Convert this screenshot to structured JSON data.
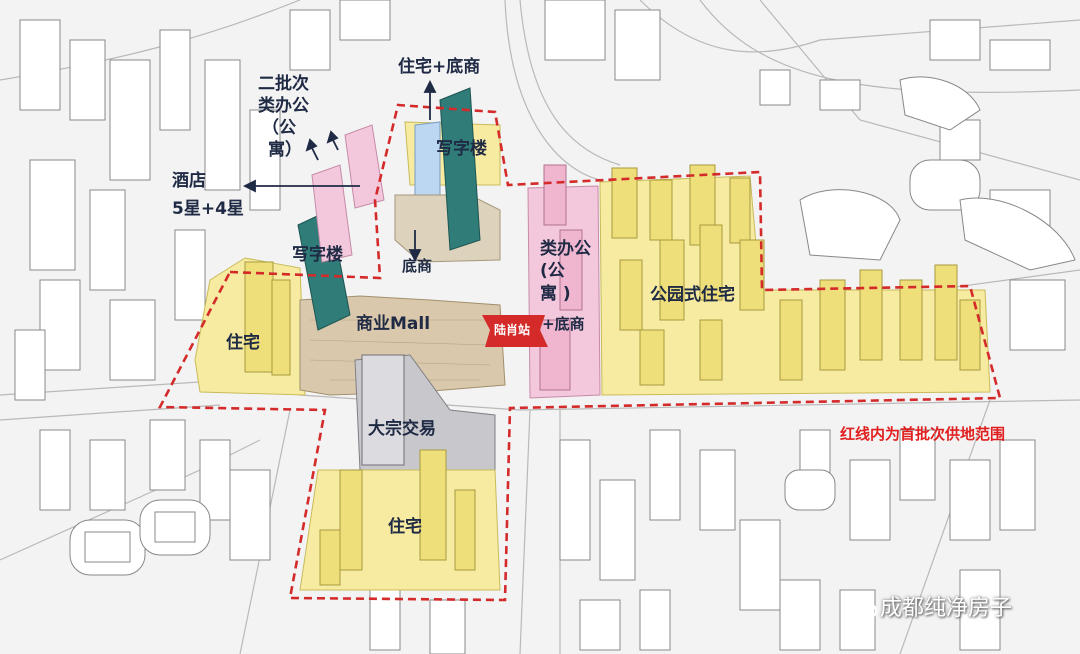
{
  "labels": {
    "residential_top": "住宅+底商",
    "second_batch_line1": "二批次",
    "second_batch_line2": "类办公",
    "second_batch_line3": "（公",
    "second_batch_line4": "寓）",
    "hotel_line1": "酒店",
    "hotel_line2": "5星+4星",
    "office_top": "写字楼",
    "office_left": "写字楼",
    "shops": "底商",
    "office_apt_line1": "类办公",
    "office_apt_line2": "(公",
    "office_apt_line3": "寓 )",
    "office_apt_line4": "+底商",
    "park_residential": "公园式住宅",
    "residential_left": "住宅",
    "mall": "商业Mall",
    "station": "陆肖站",
    "bulk_trade": "大宗交易",
    "residential_bottom": "住宅",
    "legend_note": "红线内为首批次供地范围",
    "watermark": "成都纯净房子"
  },
  "colors": {
    "residential": "#f6eba0",
    "office_apt": "#f3c8dc",
    "office_tower": "#2f7c78",
    "mall": "#d9c8ac",
    "bulk_trade": "#c8c8cc",
    "boundary": "#d42a2a",
    "label": "#1f2a44"
  }
}
